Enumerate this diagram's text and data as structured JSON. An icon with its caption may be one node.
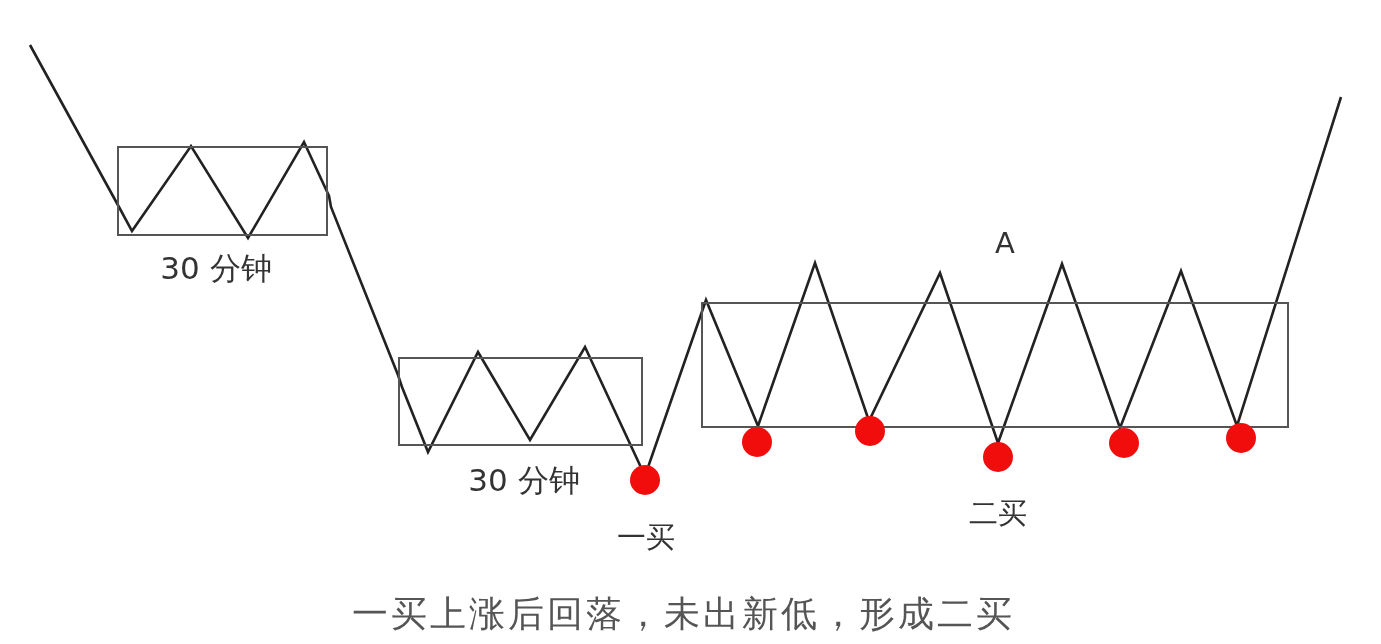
{
  "diagram": {
    "caption": "一买上涨后回落，未出新低，形成二买",
    "nodes": [
      {
        "text": [],
        "shape": "box",
        "beside": [
          "30 分钟"
        ]
      },
      {
        "text": [],
        "shape": "box",
        "beside": [
          "30 分钟"
        ]
      },
      {
        "text": [],
        "shape": "box",
        "beside": [
          "A"
        ]
      },
      {
        "text": [],
        "shape": "circle",
        "beside": [
          "一买"
        ]
      },
      {
        "text": [],
        "shape": "circle"
      },
      {
        "text": [],
        "shape": "circle"
      },
      {
        "text": [],
        "shape": "circle",
        "beside": [
          "二买"
        ]
      },
      {
        "text": [],
        "shape": "circle"
      },
      {
        "text": [],
        "shape": "circle"
      }
    ]
  }
}
